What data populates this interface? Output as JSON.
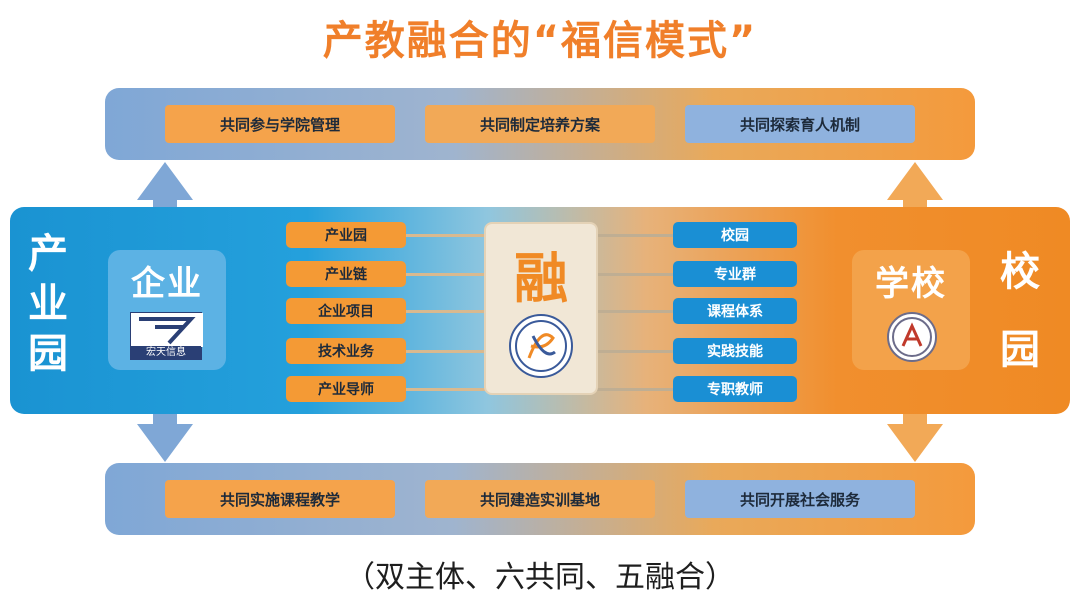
{
  "title": "产教融合的“福信模式”",
  "top_band": [
    {
      "label": "共同参与学院管理"
    },
    {
      "label": "共同制定培养方案"
    },
    {
      "label": "共同探索育人机制"
    }
  ],
  "bottom_band": [
    {
      "label": "共同实施课程教学"
    },
    {
      "label": "共同建造实训基地"
    },
    {
      "label": "共同开展社会服务"
    }
  ],
  "left_side": {
    "chars": [
      "产",
      "业",
      "园"
    ]
  },
  "right_side": {
    "chars": [
      "校",
      "园"
    ]
  },
  "enterprise": {
    "label": "企业",
    "logo_caption": "宏天信息"
  },
  "school": {
    "label": "学校"
  },
  "center": {
    "char": "融"
  },
  "left_items": [
    "产业园",
    "产业链",
    "企业项目",
    "技术业务",
    "产业导师"
  ],
  "right_items": [
    "校园",
    "专业群",
    "课程体系",
    "实践技能",
    "专职教师"
  ],
  "subtitle": "（双主体、六共同、五融合）",
  "colors": {
    "orange": "#f07f2a",
    "blue": "#1a93d2",
    "light_blue": "#8fb2de"
  }
}
